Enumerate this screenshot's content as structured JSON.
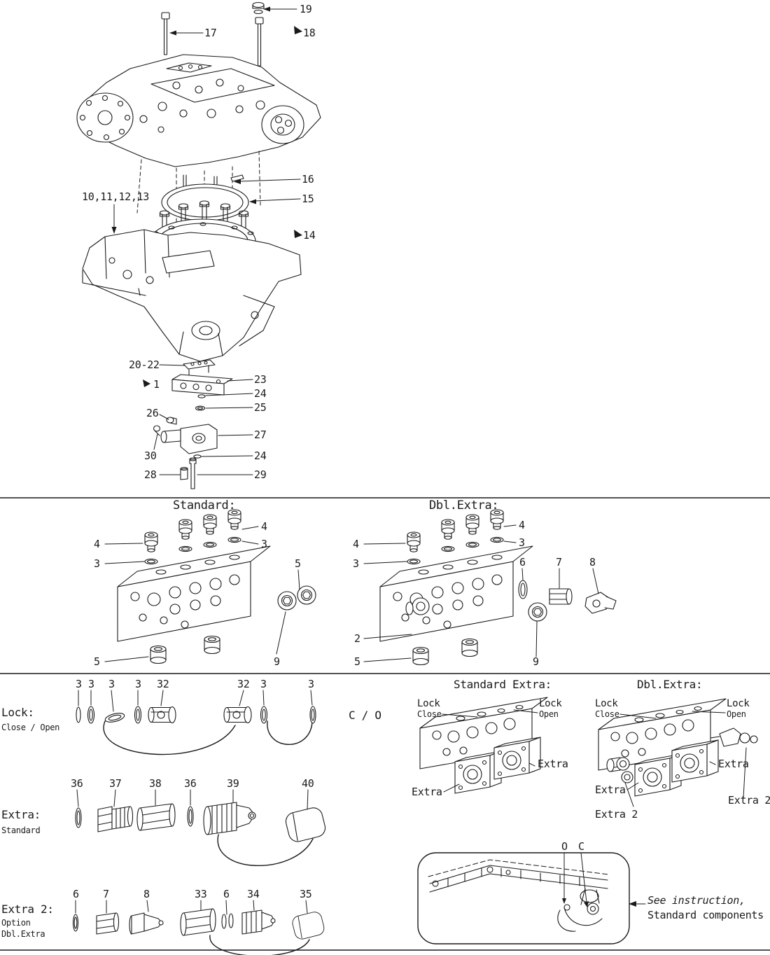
{
  "top": {
    "callouts": {
      "c19": "19",
      "c17": "17",
      "c18": "18",
      "c16": "16",
      "c15": "15",
      "c10_13": "10,11,12,13",
      "c14": "14",
      "c20_22": "20-22",
      "c1": "1",
      "c23": "23",
      "c24a": "24",
      "c25": "25",
      "c26": "26",
      "c27": "27",
      "c30": "30",
      "c24b": "24",
      "c28": "28",
      "c29": "29"
    }
  },
  "standard_block": {
    "title": "Standard:",
    "c4_right": "4",
    "c3_right": "3",
    "c4_left": "4",
    "c3_left": "3",
    "c5_right": "5",
    "c5_bottom": "5",
    "c9": "9"
  },
  "dbl_block": {
    "title": "Dbl.Extra:",
    "c4_right": "4",
    "c3_right": "3",
    "c4_left": "4",
    "c3_left": "3",
    "c6": "6",
    "c7": "7",
    "c8": "8",
    "c2": "2",
    "c5": "5",
    "c9": "9"
  },
  "lock_row": {
    "label": "Lock:",
    "sublabel": "Close / Open",
    "c1": "3",
    "c2": "3",
    "c3": "3",
    "c4": "3",
    "c5": "32",
    "c6": "32",
    "c7": "3",
    "c8": "3"
  },
  "co_label": "C / O",
  "std_extra": {
    "title": "Standard Extra:",
    "lock1": "Lock",
    "close": "Close",
    "lock2": "Lock",
    "open": "Open",
    "extra_right": "Extra",
    "extra_left": "Extra"
  },
  "dbl_extra": {
    "title": "Dbl.Extra:",
    "lock1": "Lock",
    "close": "Close",
    "lock2": "Lock",
    "open": "Open",
    "extra_right": "Extra",
    "extra_left": "Extra",
    "extra2_left": "Extra 2",
    "extra2_right": "Extra 2"
  },
  "extra_row": {
    "label": "Extra:",
    "sublabel": "Standard",
    "c36a": "36",
    "c37": "37",
    "c38": "38",
    "c36b": "36",
    "c39": "39",
    "c40": "40"
  },
  "extra2_row": {
    "label": "Extra 2:",
    "sublabel1": "Option",
    "sublabel2": "Dbl.Extra",
    "c6a": "6",
    "c7": "7",
    "c8": "8",
    "c33": "33",
    "c6b": "6",
    "c34": "34",
    "c35": "35"
  },
  "instruction": {
    "o": "O",
    "c": "C",
    "line1": "See instruction,",
    "line2": "Standard components"
  }
}
